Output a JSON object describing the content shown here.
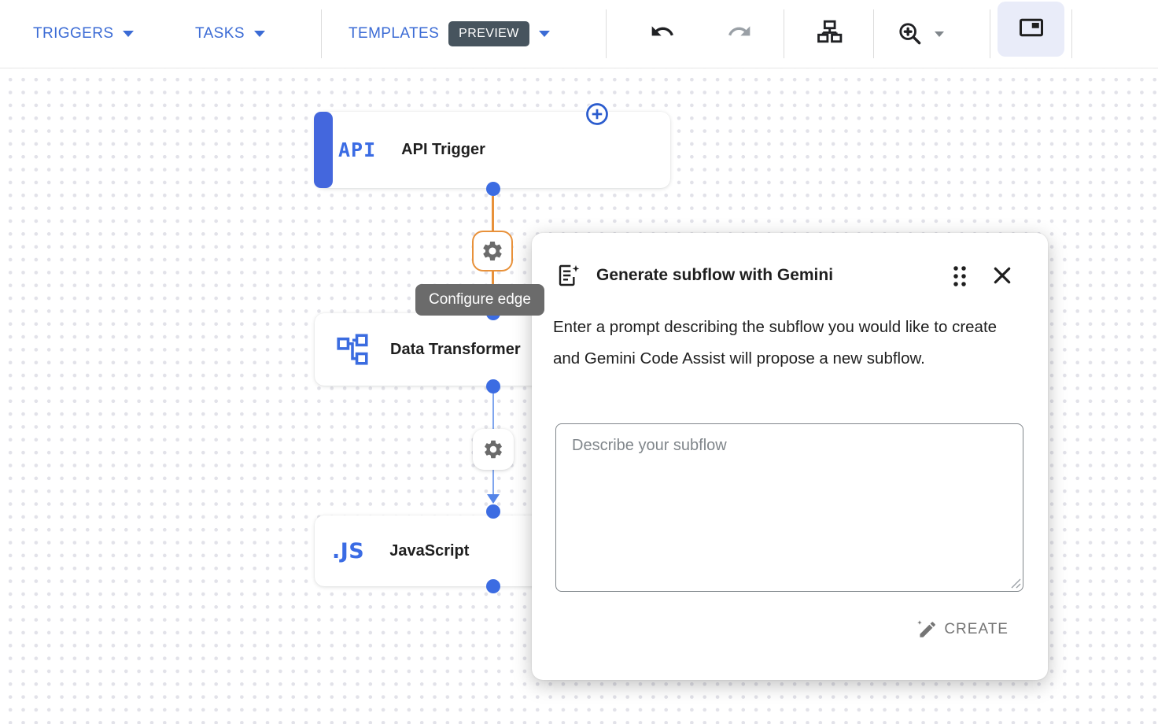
{
  "toolbar": {
    "triggers": "TRIGGERS",
    "tasks": "TASKS",
    "templates": "TEMPLATES",
    "preview": "PREVIEW"
  },
  "canvas": {
    "edge_tooltip": "Configure edge",
    "nodes": {
      "trigger": {
        "badge": "API",
        "label": "API Trigger"
      },
      "transformer": {
        "label": "Data Transformer"
      },
      "javascript": {
        "badge": ".JS",
        "label": "JavaScript"
      }
    }
  },
  "dialog": {
    "title": "Generate subflow with Gemini",
    "description": "Enter a prompt describing the subflow you would like to create and Gemini Code Assist will propose a new subflow.",
    "placeholder": "Describe your subflow",
    "create": "CREATE"
  },
  "colors": {
    "accent_blue": "#3b6bd5",
    "node_bar_blue": "#4467dd",
    "connector_blue": "#3c6ce2",
    "edge_selected_orange": "#e8913a",
    "edge_blue": "#7fa5ee",
    "preview_badge_bg": "#47545e",
    "tooltip_bg": "#6b6b6b",
    "panel_button_bg": "#e9ecf9"
  }
}
